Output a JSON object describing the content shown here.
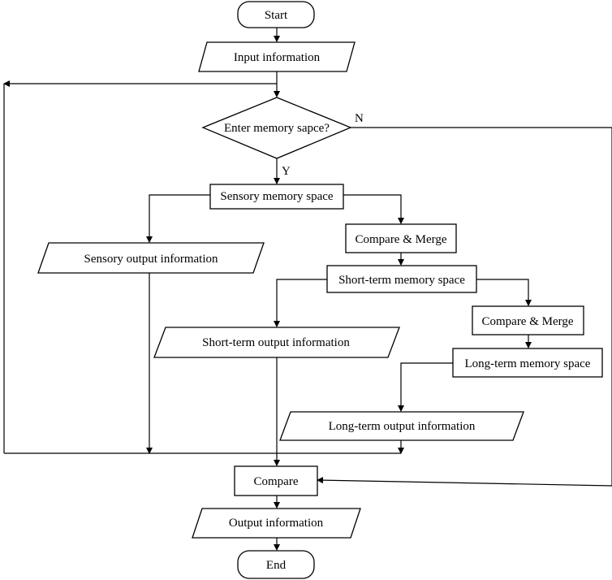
{
  "diagram": {
    "nodes": {
      "start": "Start",
      "input": "Input information",
      "decision": "Enter memory sapce?",
      "sensory_space": "Sensory memory space",
      "compare_merge_1": "Compare & Merge",
      "sensory_output": "Sensory output information",
      "short_space": "Short-term memory space",
      "compare_merge_2": "Compare & Merge",
      "short_output": "Short-term output information",
      "long_space": "Long-term memory space",
      "long_output": "Long-term output information",
      "compare": "Compare",
      "output": "Output information",
      "end": "End"
    },
    "edge_labels": {
      "yes": "Y",
      "no": "N"
    }
  }
}
